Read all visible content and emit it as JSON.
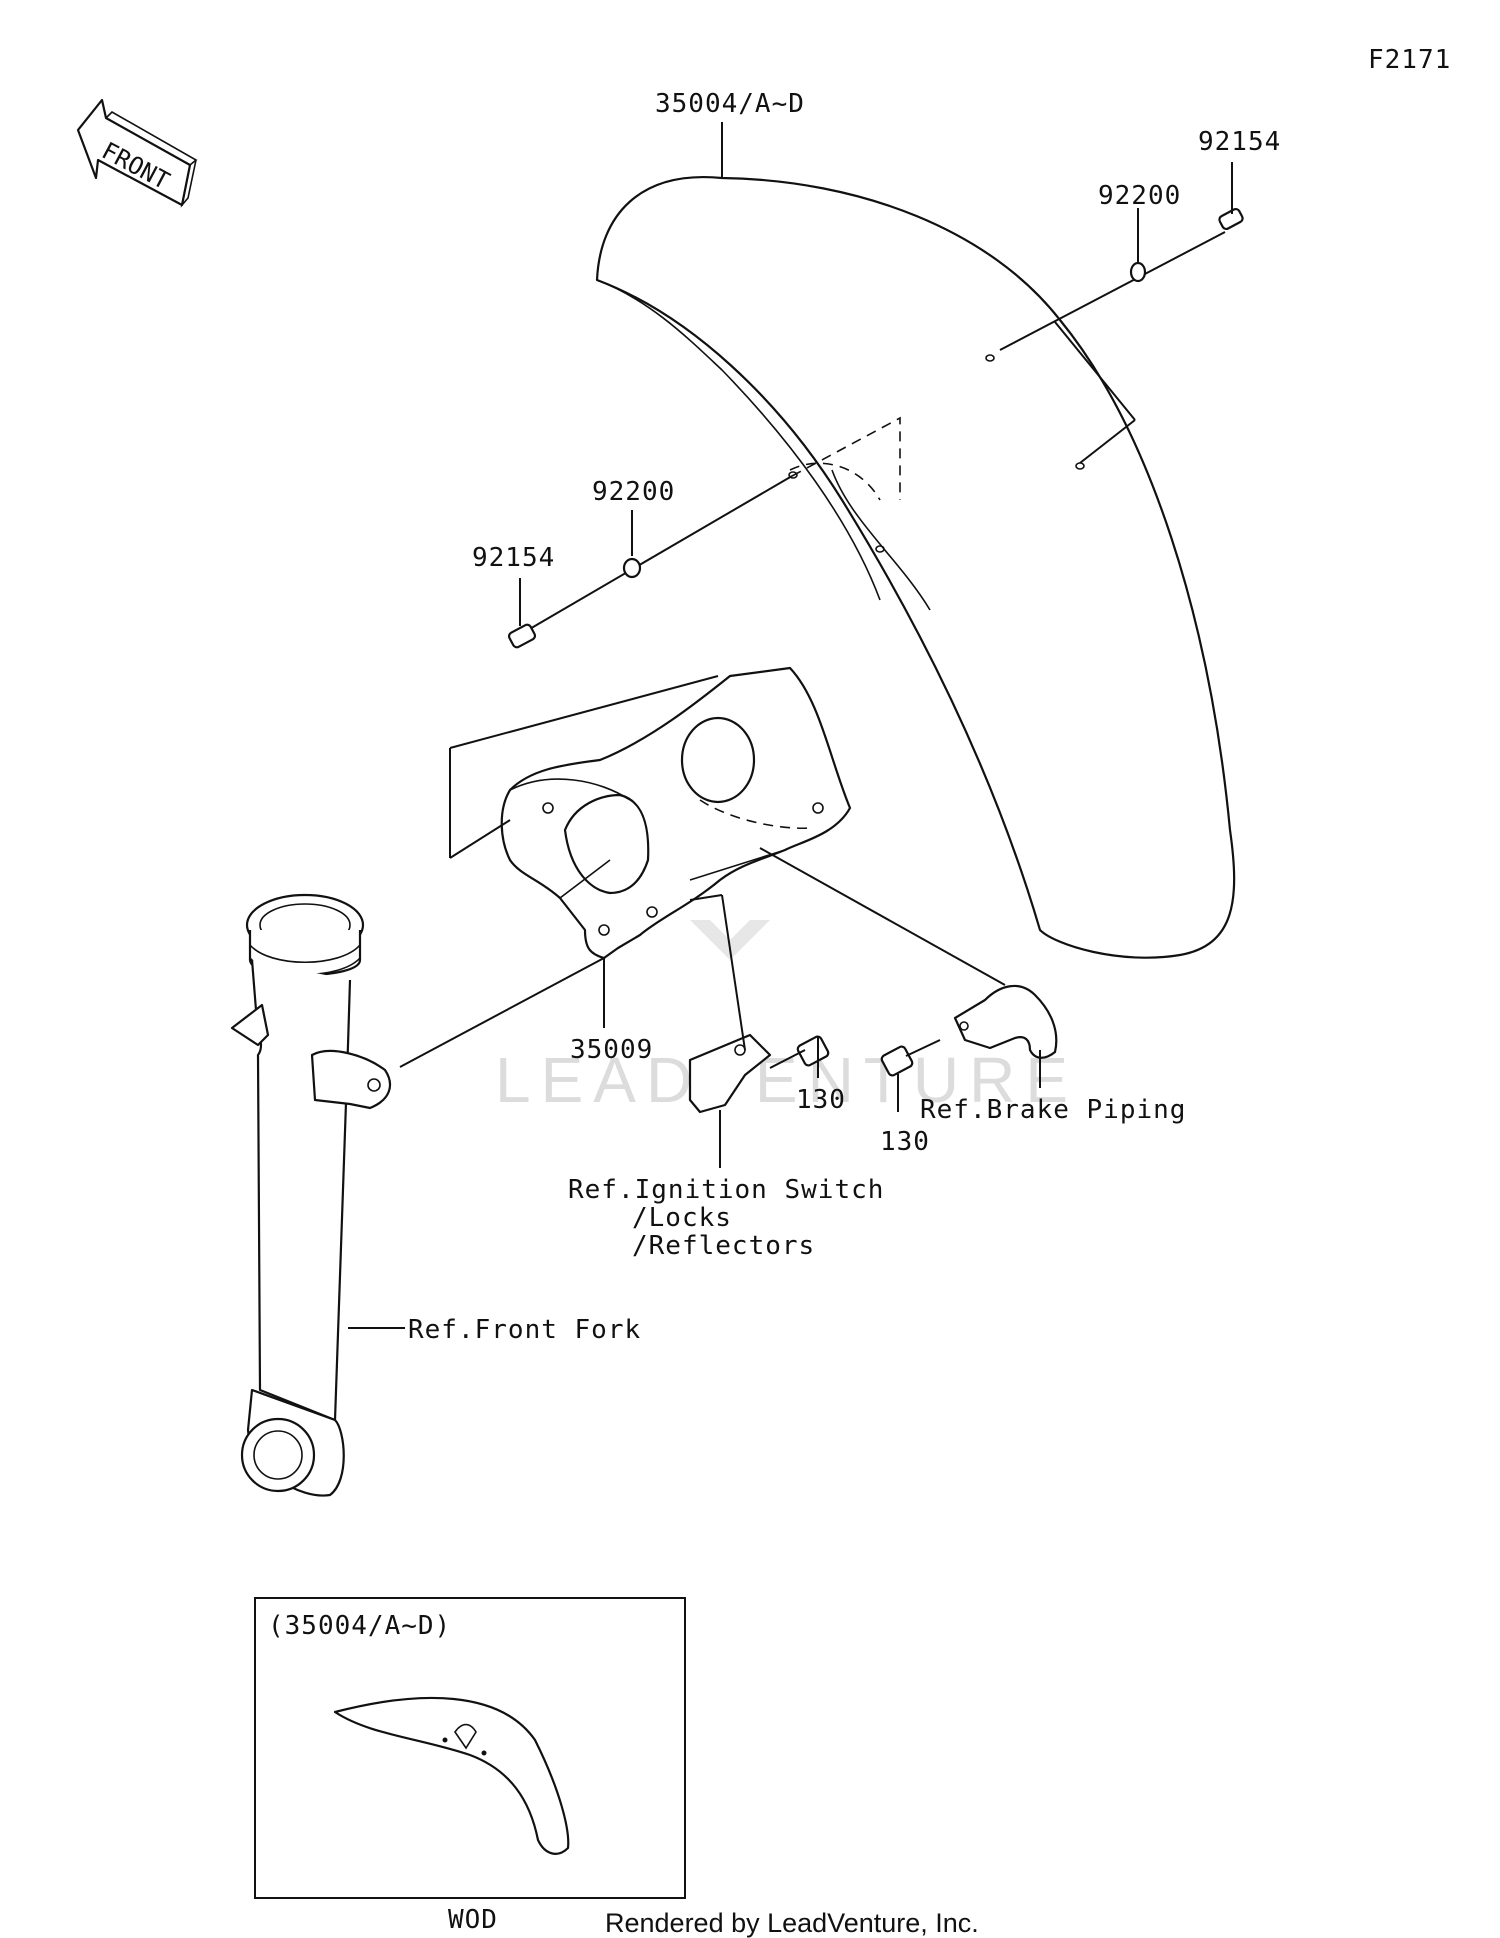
{
  "figure_id": "F2171",
  "front_arrow_text": "FRONT",
  "parts": {
    "front_fender": "35004/A~D",
    "bracket": "35009",
    "washer_upper": "92200",
    "bolt_upper": "92154",
    "washer_lower": "92200",
    "bolt_lower": "92154",
    "bolt_center": "130",
    "bolt_right": "130"
  },
  "references": {
    "brake_piping": "Ref.Brake Piping",
    "ignition_line1": "Ref.Ignition Switch",
    "ignition_line2": "/Locks",
    "ignition_line3": "/Reflectors",
    "front_fork": "Ref.Front Fork"
  },
  "inset": {
    "title": "(35004/A~D)",
    "caption": "WOD"
  },
  "watermark": "LEADVENTURE",
  "credit": "Rendered by LeadVenture, Inc."
}
